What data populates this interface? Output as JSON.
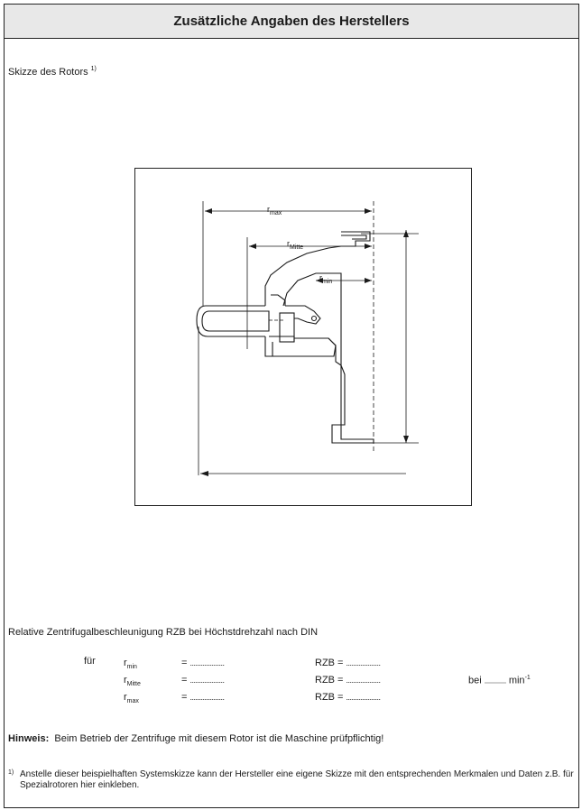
{
  "header": {
    "title": "Zusätzliche Angaben des Herstellers"
  },
  "sketch": {
    "label": "Skizze des Rotors",
    "footnote_mark": "1)",
    "dim_rmax_base": "r",
    "dim_rmax_sub": "max",
    "dim_rmitte_base": "r",
    "dim_rmitte_sub": "Mitte",
    "dim_rmin_base": "r",
    "dim_rmin_sub": "min"
  },
  "rzb": {
    "heading": "Relative Zentrifugalbeschleunigung RZB bei Höchstdrehzahl nach DIN",
    "fuer": "für",
    "rows": [
      {
        "base": "r",
        "sub": "min",
        "eq": "=",
        "dots": "...................",
        "rzb": "RZB =",
        "rzb_dots": "..................."
      },
      {
        "base": "r",
        "sub": "Mitte",
        "eq": "=",
        "dots": "...................",
        "rzb": "RZB =",
        "rzb_dots": "..................."
      },
      {
        "base": "r",
        "sub": "max",
        "eq": "=",
        "dots": "...................",
        "rzb": "RZB =",
        "rzb_dots": "..................."
      }
    ],
    "bei": "bei",
    "bei_dots": "............",
    "unit": "min",
    "unit_exp": "-1"
  },
  "hinweis": {
    "label": "Hinweis:",
    "text": "Beim Betrieb der Zentrifuge mit diesem Rotor ist die Maschine prüfpflichtig!"
  },
  "footnote": {
    "mark": "1)",
    "text": "Anstelle dieser beispielhaften Systemskizze kann der Hersteller eine eigene Skizze mit den entsprechenden Merkmalen und Daten z.B. für Spezialrotoren hier einkleben."
  }
}
